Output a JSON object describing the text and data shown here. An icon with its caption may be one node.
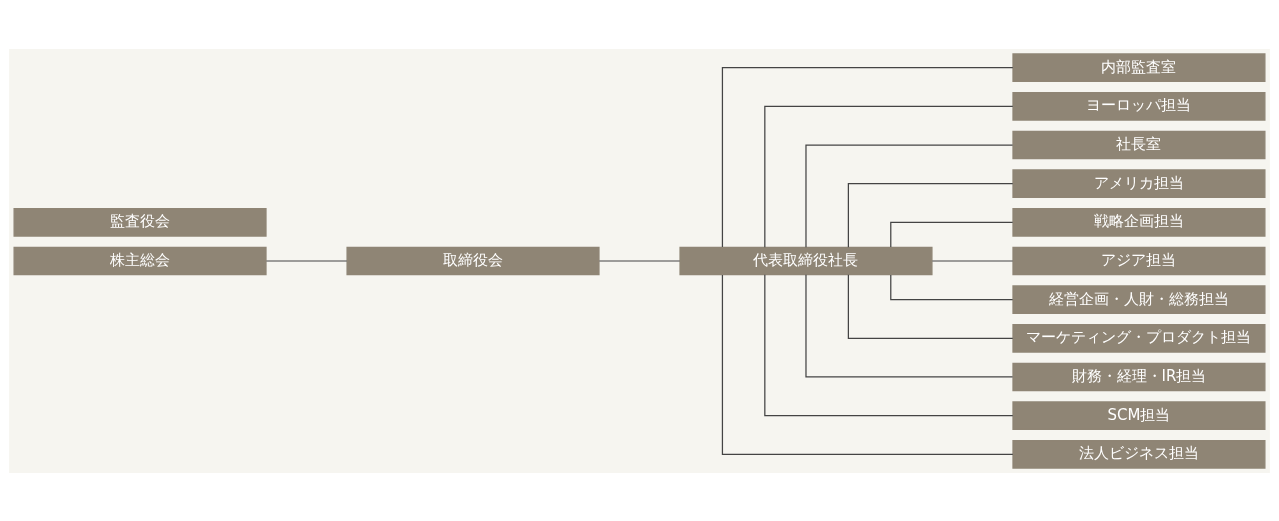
{
  "diagram": {
    "nodes": [
      {
        "text": [
          "株主総会"
        ]
      },
      {
        "text": [
          "監査役会"
        ]
      },
      {
        "text": [
          "取締役会"
        ]
      },
      {
        "text": [
          "代表取締役社長"
        ]
      },
      {
        "text": [
          "内部監査室"
        ]
      },
      {
        "text": [
          "ヨーロッパ担当"
        ]
      },
      {
        "text": [
          "社長室"
        ]
      },
      {
        "text": [
          "アメリカ担当"
        ]
      },
      {
        "text": [
          "戦略企画担当"
        ]
      },
      {
        "text": [
          "アジア担当"
        ]
      },
      {
        "text": [
          "経営企画・人財・総務担当"
        ]
      },
      {
        "text": [
          "マーケティング・プロダクト担当"
        ]
      },
      {
        "text": [
          "財務・経理・IR担当"
        ]
      },
      {
        "text": [
          "SCM担当"
        ]
      },
      {
        "text": [
          "法人ビジネス担当"
        ]
      }
    ],
    "edges": [
      {
        "from": 0,
        "to": 2,
        "arrow": "none"
      },
      {
        "from": 2,
        "to": 3,
        "arrow": "none"
      },
      {
        "from": 3,
        "to": 4,
        "arrow": "none"
      },
      {
        "from": 3,
        "to": 5,
        "arrow": "none"
      },
      {
        "from": 3,
        "to": 6,
        "arrow": "none"
      },
      {
        "from": 3,
        "to": 7,
        "arrow": "none"
      },
      {
        "from": 3,
        "to": 8,
        "arrow": "none"
      },
      {
        "from": 3,
        "to": 9,
        "arrow": "none"
      },
      {
        "from": 3,
        "to": 10,
        "arrow": "none"
      },
      {
        "from": 3,
        "to": 11,
        "arrow": "none"
      },
      {
        "from": 3,
        "to": 12,
        "arrow": "none"
      },
      {
        "from": 3,
        "to": 13,
        "arrow": "none"
      },
      {
        "from": 3,
        "to": 14,
        "arrow": "none"
      }
    ]
  }
}
